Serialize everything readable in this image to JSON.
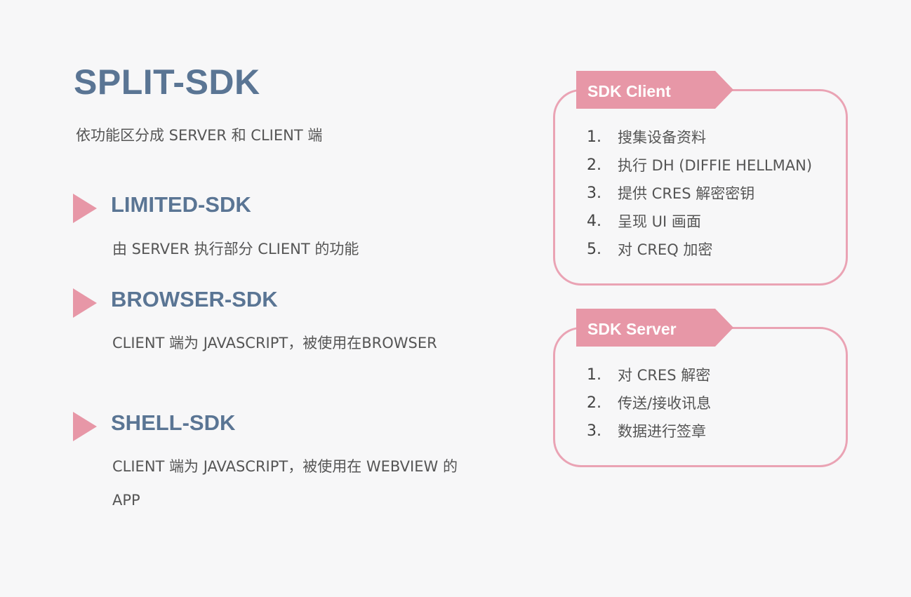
{
  "title": "SPLIT-SDK",
  "subtitle": "依功能区分成 SERVER 和 CLIENT 端",
  "sections": [
    {
      "heading": "LIMITED-SDK",
      "description": "由 SERVER 执行部分 CLIENT 的功能"
    },
    {
      "heading": "BROWSER-SDK",
      "description": "CLIENT 端为 JAVASCRIPT，被使用在BROWSER"
    },
    {
      "heading": "SHELL-SDK",
      "description": "CLIENT 端为 JAVASCRIPT，被使用在 WEBVIEW 的 APP"
    }
  ],
  "client_box": {
    "label": "SDK Client",
    "items": [
      {
        "num": "1.",
        "text": "搜集设备资料"
      },
      {
        "num": "2.",
        "text": "执行 DH (DIFFIE HELLMAN)"
      },
      {
        "num": "3.",
        "text": "提供 CRES 解密密钥"
      },
      {
        "num": "4.",
        "text": "呈现 UI 画面"
      },
      {
        "num": "5.",
        "text": "对 CREQ 加密"
      }
    ]
  },
  "server_box": {
    "label": "SDK Server",
    "items": [
      {
        "num": "1.",
        "text": "对 CRES 解密"
      },
      {
        "num": "2.",
        "text": "传送/接收讯息"
      },
      {
        "num": "3.",
        "text": "数据进行签章"
      }
    ]
  },
  "colors": {
    "heading": "#5a7594",
    "accent_pink": "#e797a7",
    "border_pink": "#eaa3b4",
    "body_text": "#555555",
    "background": "#f7f7f8"
  }
}
